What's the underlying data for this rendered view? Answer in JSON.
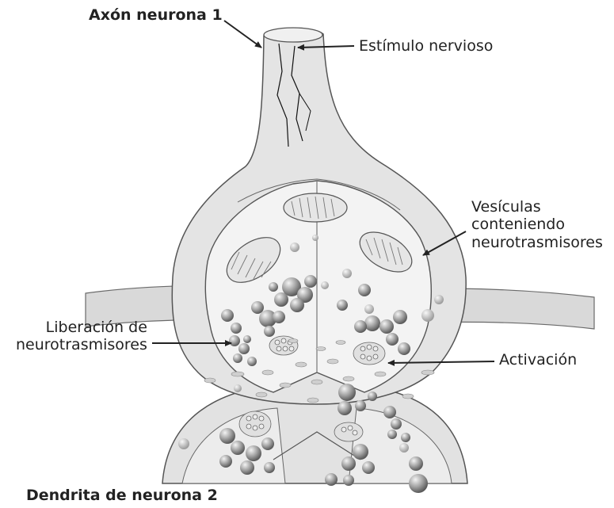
{
  "labels": {
    "axon": "Axón neurona 1",
    "estimulo": "Estímulo nervioso",
    "vesiculas_1": "Vesículas",
    "vesiculas_2": "conteniendo",
    "vesiculas_3": "neurotrasmisores",
    "liberacion_1": "Liberación de",
    "liberacion_2": "neurotrasmisores",
    "activacion": "Activación",
    "dendrita": "Dendrita de neurona 2"
  },
  "colors": {
    "outline": "#555555",
    "membrane_fill": "#dedede",
    "light_fill": "#ececec",
    "vesicle": "#8f8f8f",
    "arrow": "#222222"
  }
}
